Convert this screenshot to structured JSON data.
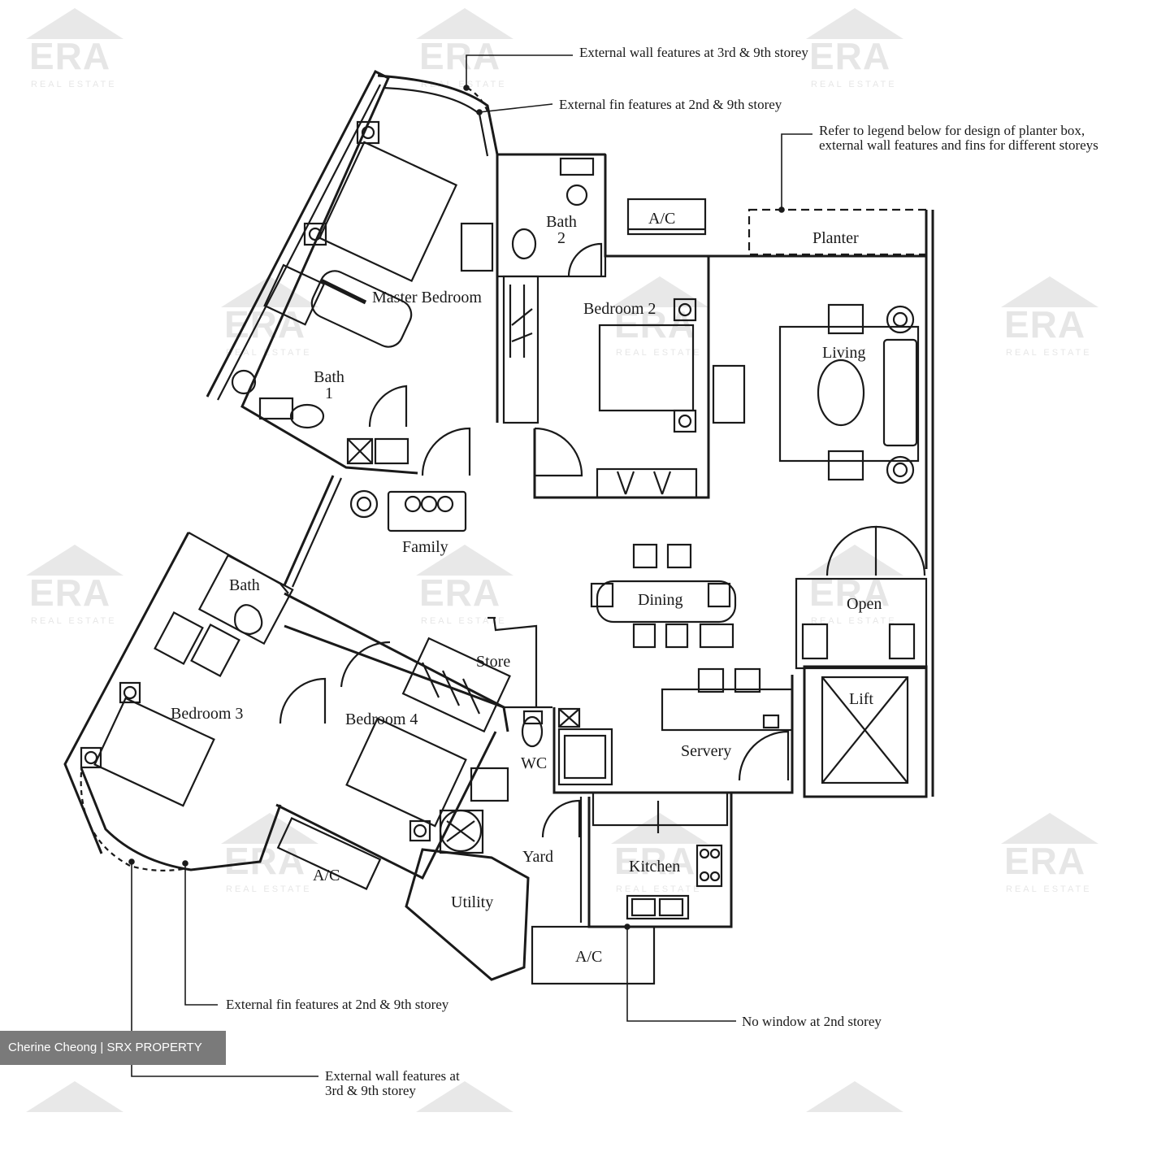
{
  "watermark": {
    "brand": "ERA",
    "sub": "REAL ESTATE"
  },
  "rooms": {
    "master_bedroom": "Master Bedroom",
    "bath1_line1": "Bath",
    "bath1_line2": "1",
    "bath2_line1": "Bath",
    "bath2_line2": "2",
    "ac_top": "A/C",
    "planter": "Planter",
    "bedroom2": "Bedroom 2",
    "living": "Living",
    "family": "Family",
    "dining": "Dining",
    "open": "Open",
    "bath3": "Bath",
    "store": "Store",
    "bedroom3": "Bedroom 3",
    "bedroom4": "Bedroom 4",
    "lift": "Lift",
    "wc": "WC",
    "servery": "Servery",
    "yard": "Yard",
    "kitchen": "Kitchen",
    "utility": "Utility",
    "ac_left": "A/C",
    "ac_bottom": "A/C"
  },
  "notes": {
    "wall_top": "External wall features at 3rd & 9th storey",
    "fin_top": "External fin features at 2nd & 9th storey",
    "legend_line1": "Refer to legend below for design of planter box,",
    "legend_line2": "external wall features and fins for different storeys",
    "fin_bottom": "External fin features at 2nd & 9th storey",
    "no_window": "No window at 2nd storey",
    "wall_bottom_line1": "External wall features at",
    "wall_bottom_line2": "3rd & 9th storey"
  },
  "credit": "Cherine Cheong | SRX PROPERTY"
}
